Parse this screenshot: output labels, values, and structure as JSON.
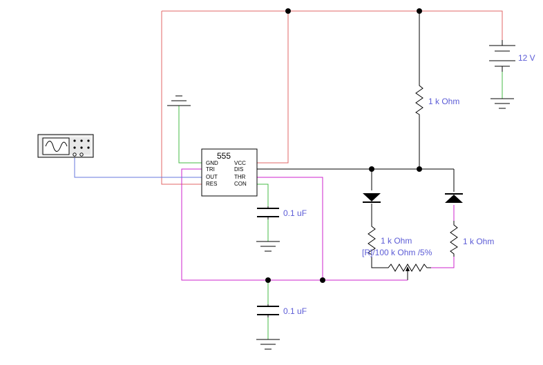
{
  "chip": {
    "name": "555",
    "pins_left": [
      "GND",
      "TRI",
      "OUT",
      "RES"
    ],
    "pins_right": [
      "VCC",
      "DIS",
      "THR",
      "CON"
    ]
  },
  "labels": {
    "battery": "12 V",
    "r_top": "1 k Ohm",
    "c_con": "0.1 uF",
    "c_timing": "0.1 uF",
    "r_left": "1 k Ohm",
    "r_right": "1 k Ohm",
    "pot": "[R]/100 k Ohm /5%"
  },
  "colors": {
    "wire_power": "#e06666",
    "wire_signal": "#000000",
    "wire_ground": "#44bb44",
    "wire_scope": "#6677dd",
    "wire_timing": "#cc22cc",
    "label": "#5b5bd6"
  }
}
